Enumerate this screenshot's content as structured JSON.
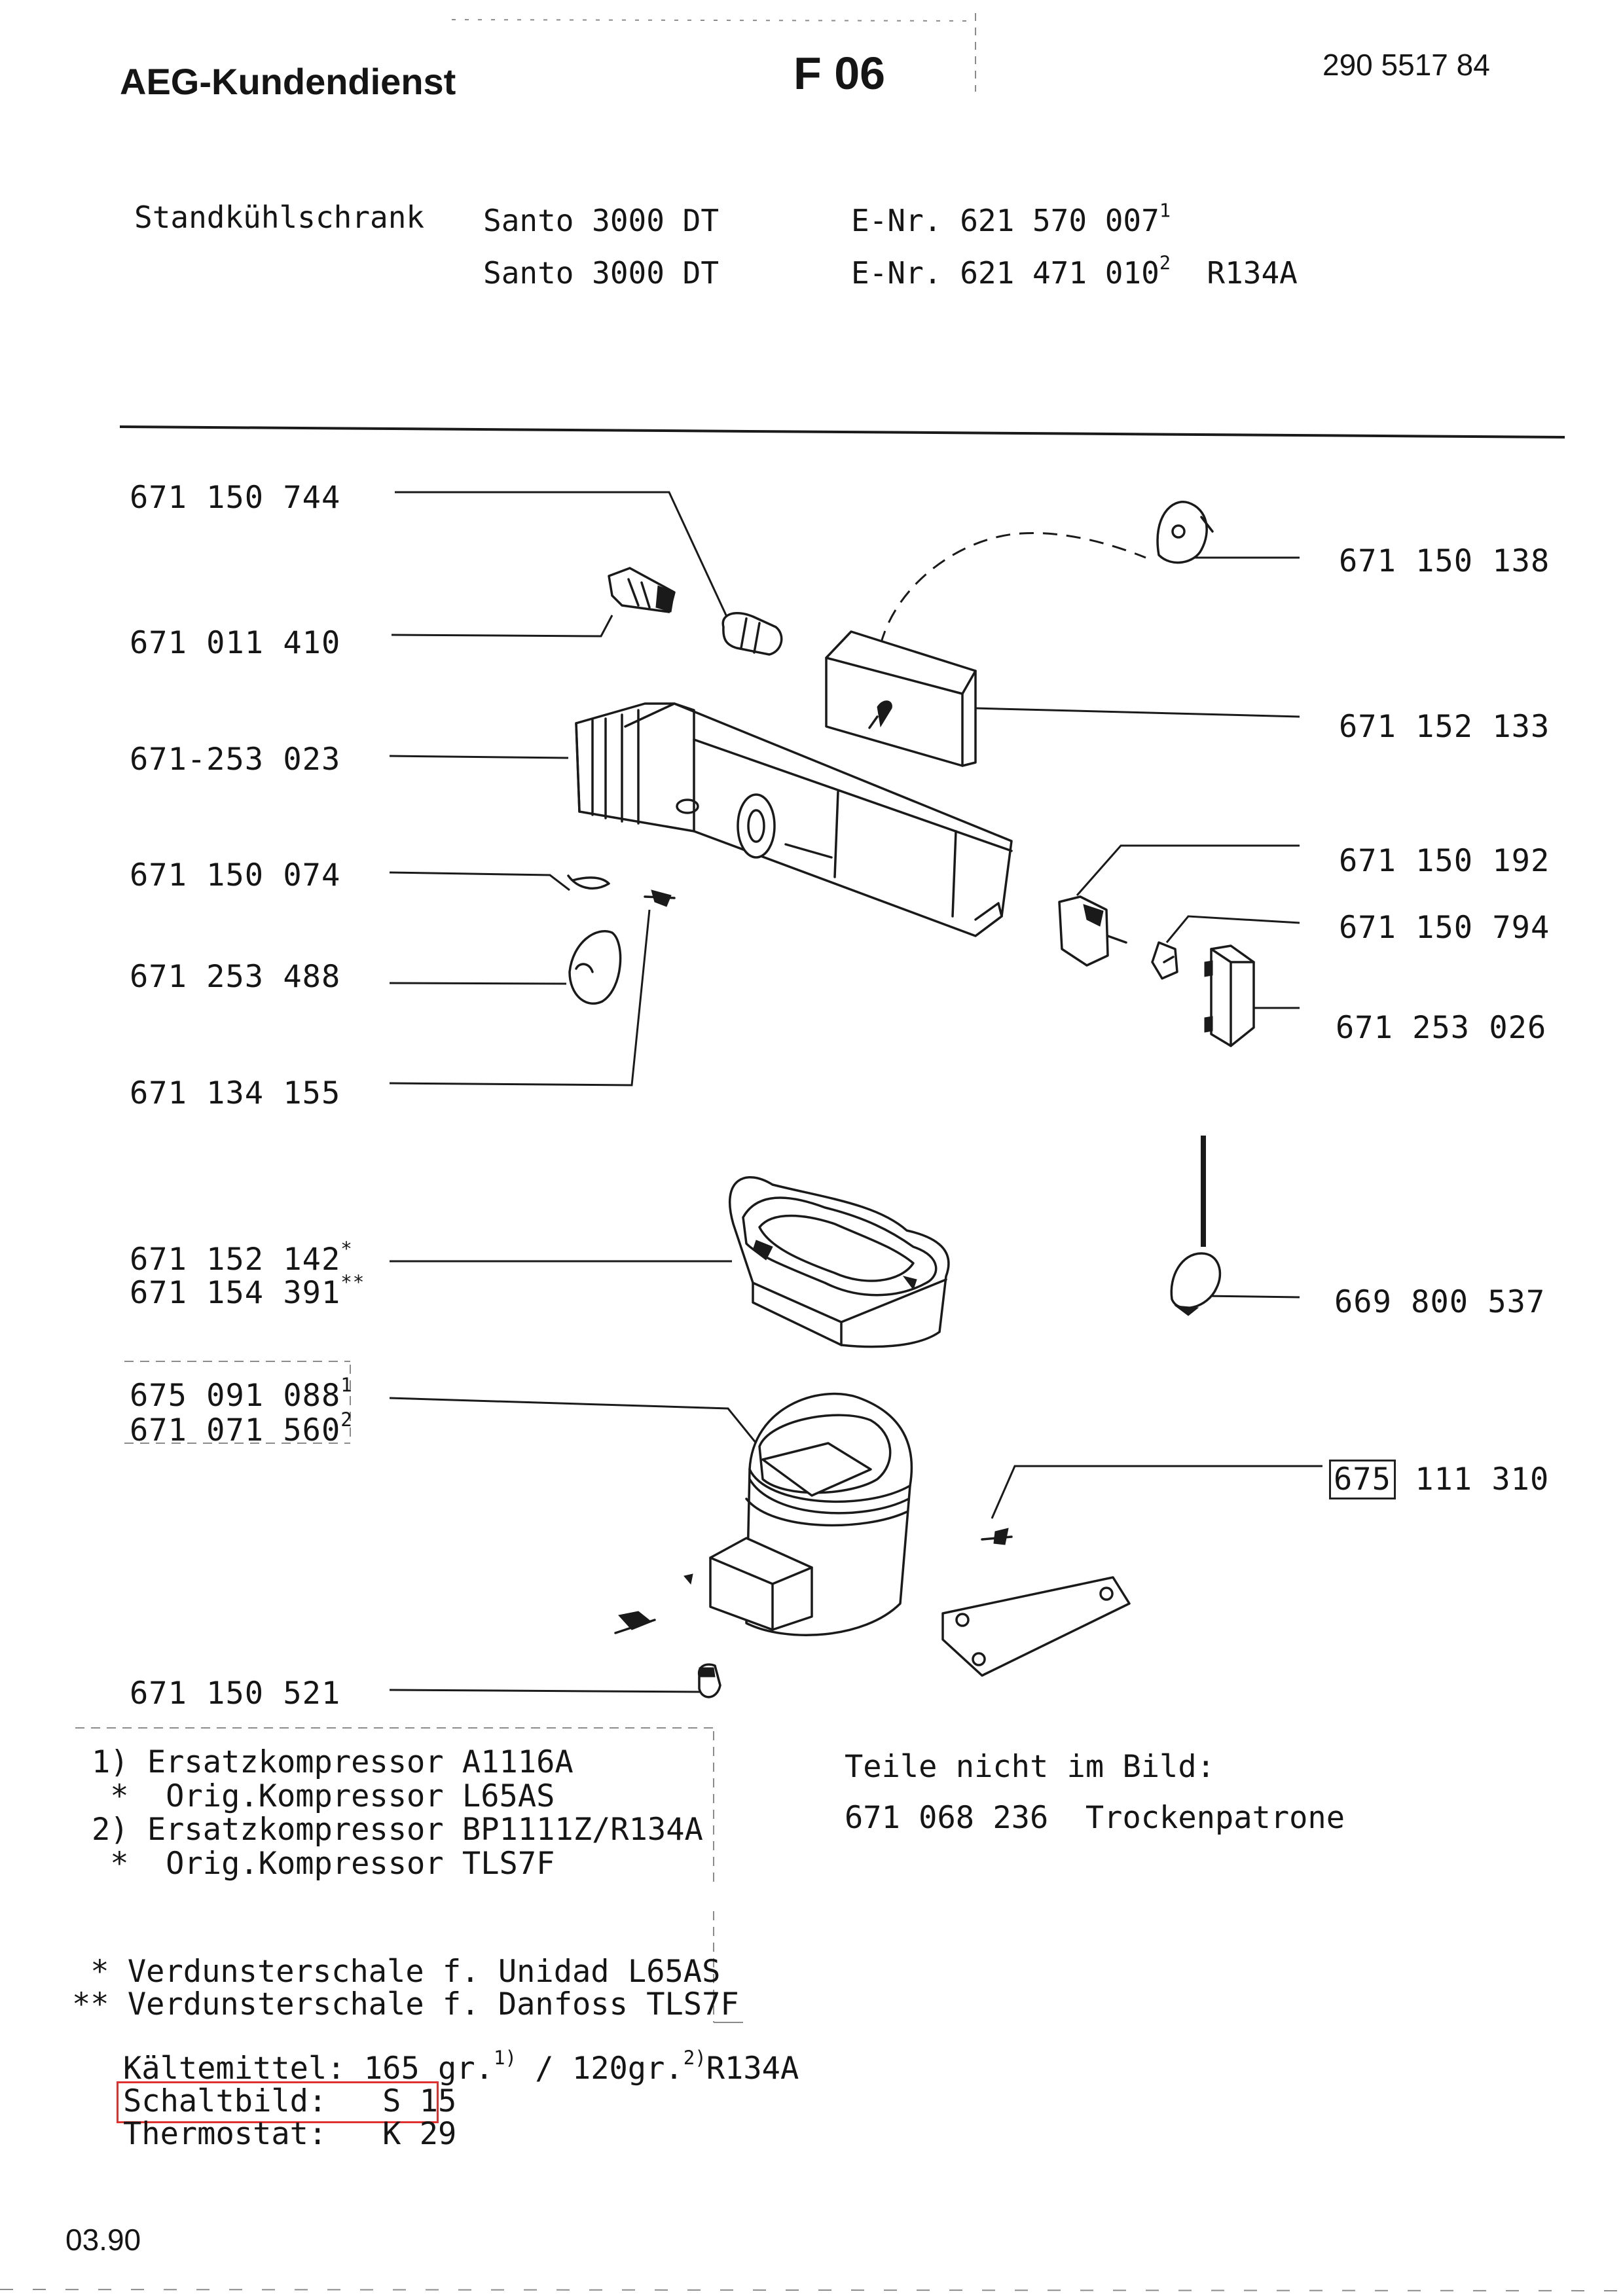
{
  "header": {
    "brand": "AEG-Kundendienst",
    "sheet_code": "F 06",
    "document_number": "290 5517 84"
  },
  "appliance": {
    "type": "Standkühlschrank",
    "models": [
      {
        "name": "Santo 3000 DT",
        "e_nr_label": "E-Nr.",
        "e_nr": "621 570 007",
        "variant": "1",
        "refrigerant": ""
      },
      {
        "name": "Santo 3000 DT",
        "e_nr_label": "E-Nr.",
        "e_nr": "621 471 010",
        "variant": "2",
        "refrigerant": "R134A"
      }
    ]
  },
  "parts_left": [
    {
      "number": "671 150 744",
      "marker": ""
    },
    {
      "number": "671 011 410",
      "marker": ""
    },
    {
      "number": "671-253 023",
      "marker": ""
    },
    {
      "number": "671 150 074",
      "marker": ""
    },
    {
      "number": "671 253 488",
      "marker": ""
    },
    {
      "number": "671 134 155",
      "marker": ""
    },
    {
      "number": "671 152 142",
      "marker": "*"
    },
    {
      "number": "671 154 391",
      "marker": "**"
    },
    {
      "number": "675 091 088",
      "marker": "1"
    },
    {
      "number": "671 071 560",
      "marker": "2"
    },
    {
      "number": "671 150 521",
      "marker": ""
    }
  ],
  "parts_right": [
    {
      "number": "671 150 138",
      "boxed_prefix": ""
    },
    {
      "number": "671 152 133",
      "boxed_prefix": ""
    },
    {
      "number": "671 150 192",
      "boxed_prefix": ""
    },
    {
      "number": "671 150 794",
      "boxed_prefix": ""
    },
    {
      "number": "671 253 026",
      "boxed_prefix": ""
    },
    {
      "number": "669 800 537",
      "boxed_prefix": ""
    },
    {
      "number": "111 310",
      "boxed_prefix": "675"
    }
  ],
  "compressor_notes": [
    "1) Ersatzkompressor A1116A",
    " *  Orig.Kompressor L65AS",
    "2) Ersatzkompressor BP1111Z/R134A",
    " *  Orig.Kompressor TLS7F"
  ],
  "tray_notes": [
    " * Verdunsterschale f. Unidad L65AS",
    "** Verdunsterschale f. Danfoss TLS7F"
  ],
  "not_pictured": {
    "title": "Teile nicht im Bild:",
    "items": [
      {
        "number": "671 068 236",
        "name": "Trockenpatrone"
      }
    ]
  },
  "specs": {
    "refrigerant_label": "Kältemittel:",
    "refrigerant_value_1": "165 gr.",
    "refrigerant_sup_1": "1)",
    "refrigerant_sep": " / ",
    "refrigerant_value_2": "120gr.",
    "refrigerant_sup_2": "2)",
    "refrigerant_type": "R134A",
    "wiring_label": "Schaltbild:",
    "wiring_value": "S 15",
    "thermostat_label": "Thermostat:",
    "thermostat_value": "K 29"
  },
  "footer": {
    "date": "03.90"
  },
  "colors": {
    "ink": "#1a1a1a",
    "highlight": "#e03030",
    "paper": "#ffffff"
  }
}
